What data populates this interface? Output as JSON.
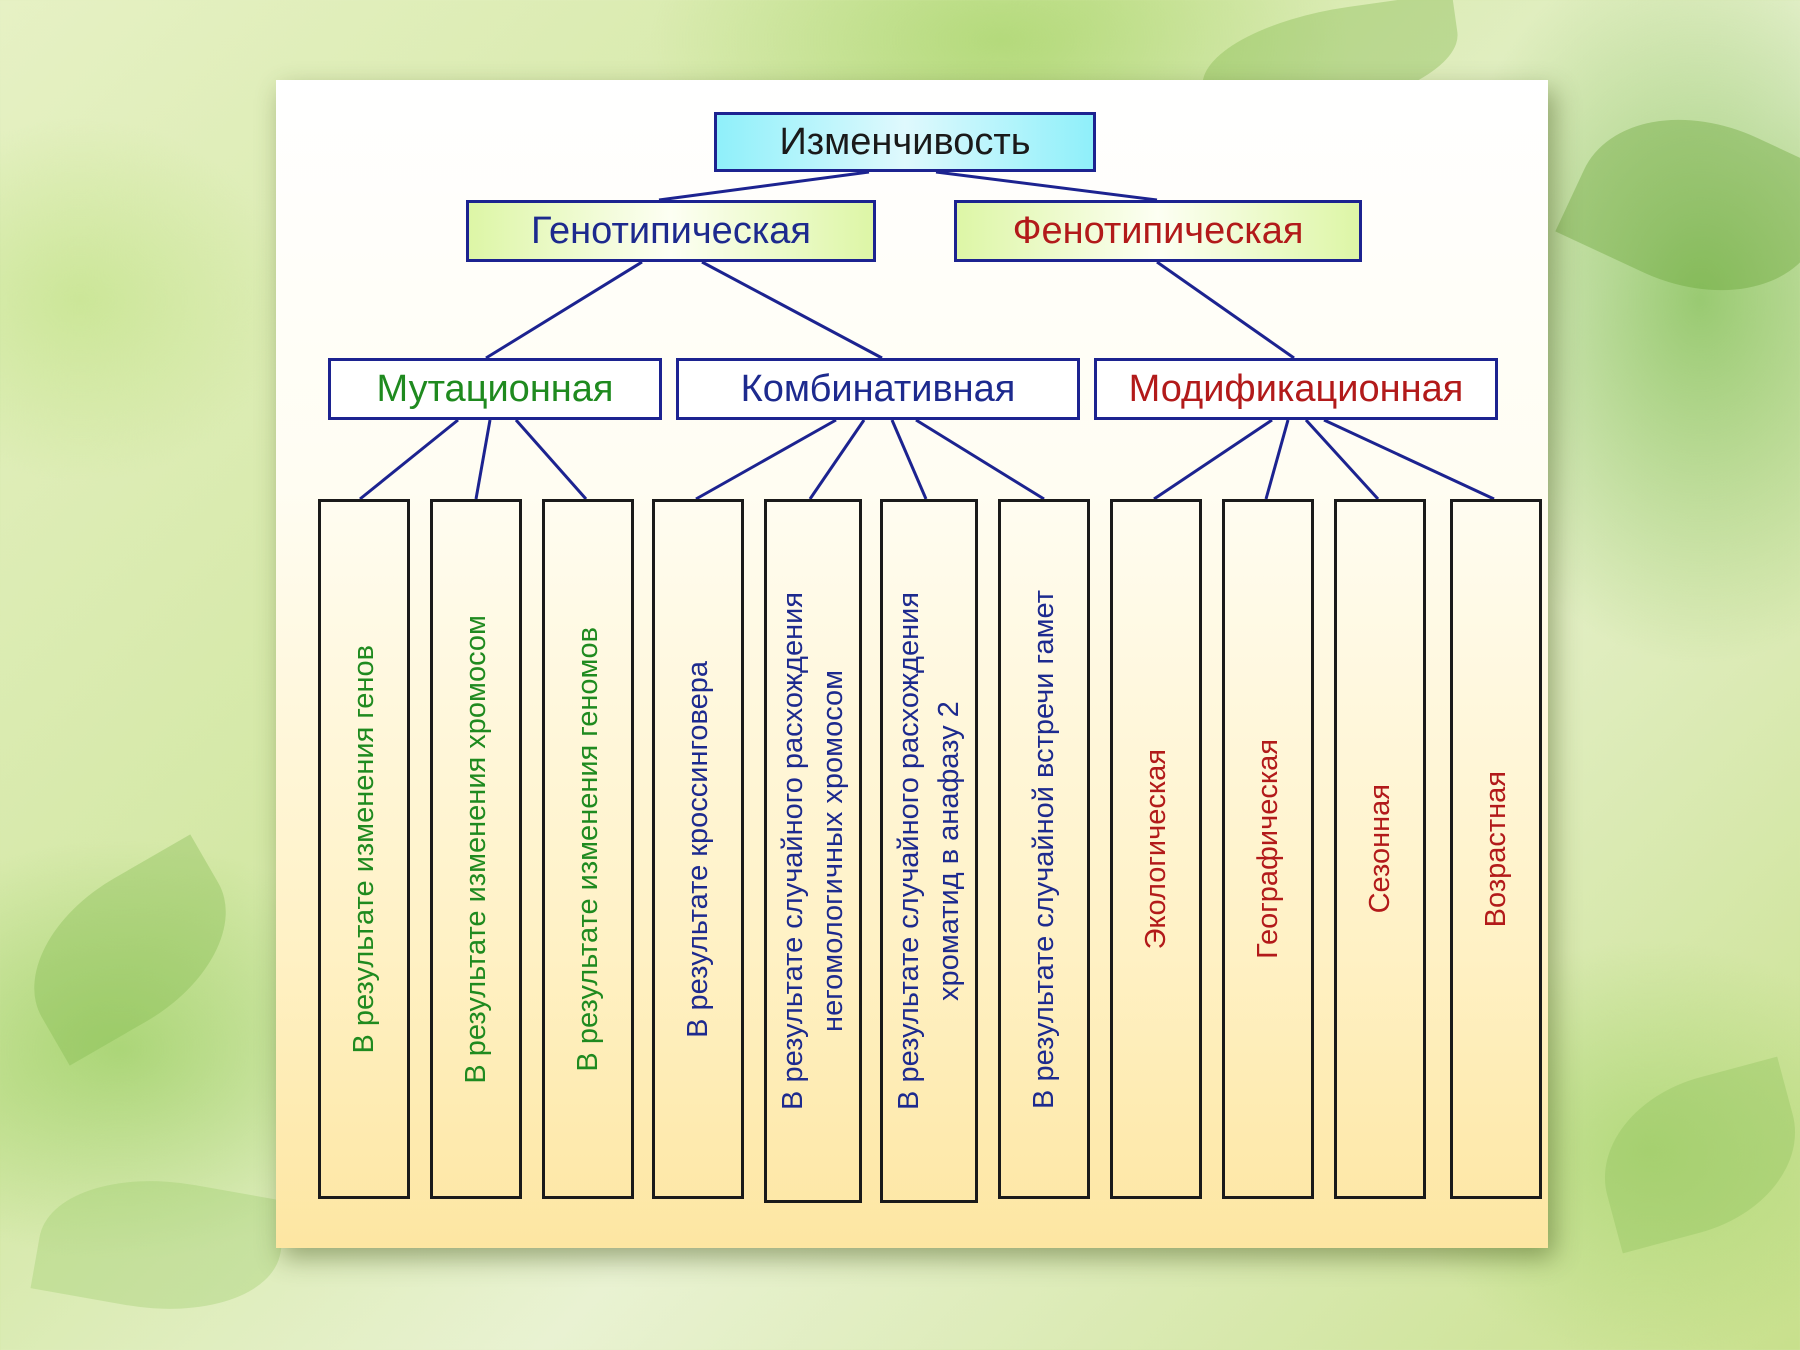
{
  "root": {
    "label": "Изменчивость",
    "color": "#1a1a1a"
  },
  "level1": [
    {
      "label": "Генотипическая",
      "color": "#1d2a8e"
    },
    {
      "label": "Фенотипическая",
      "color": "#b21a1a"
    }
  ],
  "level2": [
    {
      "label": "Мутационная",
      "color": "#1f8a1f"
    },
    {
      "label": "Комбинативная",
      "color": "#1d2a8e"
    },
    {
      "label": "Модификационная",
      "color": "#b21a1a"
    }
  ],
  "leaves": [
    {
      "label": "В результате изменения генов",
      "color": "#1f8a1f"
    },
    {
      "label": "В результате изменения хромосом",
      "color": "#1f8a1f"
    },
    {
      "label": "В результате изменения геномов",
      "color": "#1f8a1f"
    },
    {
      "label": "В результате кроссинговера",
      "color": "#1d2a8e"
    },
    {
      "label": "В результате случайного расхождения\nнегомологичных  хромосом",
      "color": "#1d2a8e"
    },
    {
      "label": "В результате случайного расхождения\nхроматид в анафазу 2",
      "color": "#1d2a8e"
    },
    {
      "label": "В результате случайной встречи гамет",
      "color": "#1d2a8e"
    },
    {
      "label": "Экологическая",
      "color": "#b21a1a"
    },
    {
      "label": "Географическая",
      "color": "#b21a1a"
    },
    {
      "label": "Сезонная",
      "color": "#b21a1a"
    },
    {
      "label": "Возрастная",
      "color": "#b21a1a"
    }
  ]
}
